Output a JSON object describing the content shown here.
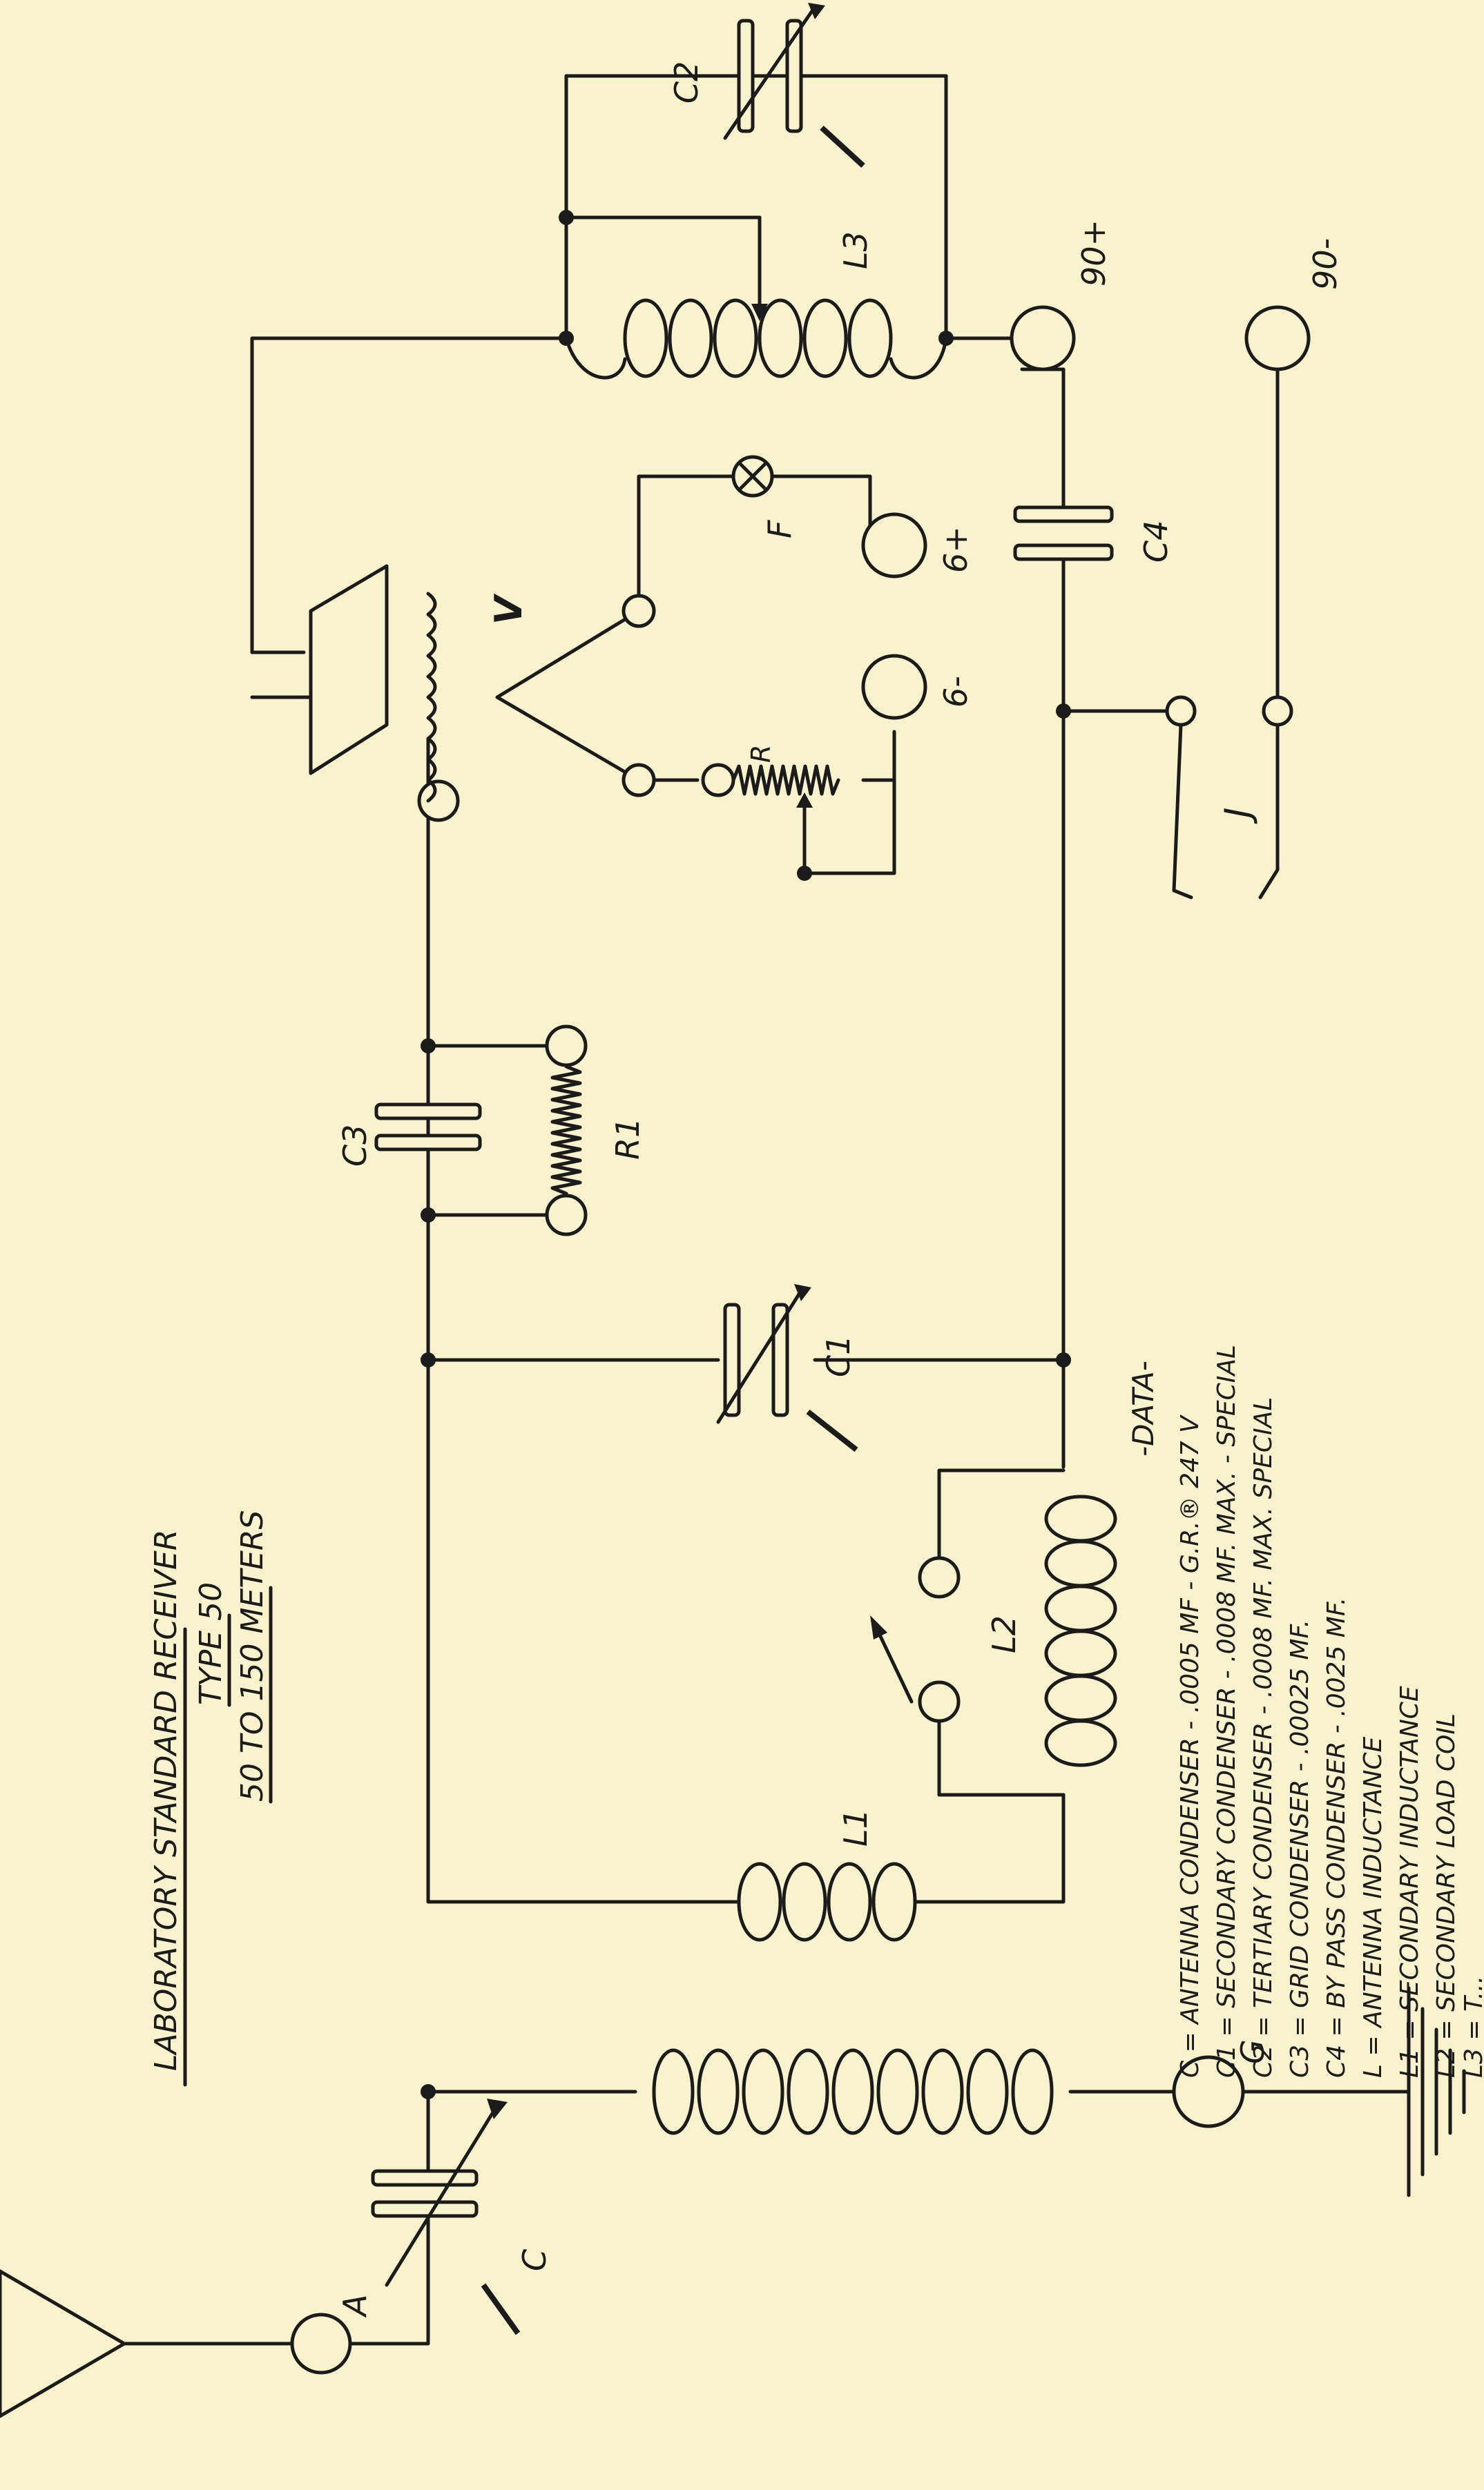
{
  "title": {
    "line1": "LABORATORY STANDARD RECEIVER",
    "line2": "TYPE 50",
    "line3": "50 TO 150 METERS"
  },
  "labels": {
    "antenna_terminal": "A",
    "ground_terminal": "G",
    "cap_c": "C",
    "cap_c1": "C1",
    "cap_c2": "C2",
    "cap_c3": "C3",
    "cap_c4": "C4",
    "coil_l1": "L1",
    "coil_l2": "L2",
    "coil_l3": "L3",
    "tube_v": "V",
    "rheostat_r": "R",
    "grid_leak_r1": "R1",
    "fuse_f": "F",
    "jack_j": "J",
    "b_plus": "90+",
    "b_minus": "90-",
    "a_plus": "6+",
    "a_minus": "6-"
  },
  "legend": {
    "heading": "-DATA-",
    "lines": [
      "C = ANTENNA CONDENSER - .0005 MF - G.R.® 247 V",
      "C1 = SECONDARY CONDENSER - .0008 MF. MAX. - SPECIAL",
      "C2 = TERTIARY CONDENSER - .0008 MF. MAX. SPECIAL",
      "C3 = GRID CONDENSER - .00025 MF.",
      "C4 = BY PASS CONDENSER - .0025 MF.",
      "L = ANTENNA INDUCTANCE",
      "L1 = SECONDARY INDUCTANCE",
      "L2 = SECONDARY LOAD COIL",
      "L3 = T..."
    ]
  }
}
